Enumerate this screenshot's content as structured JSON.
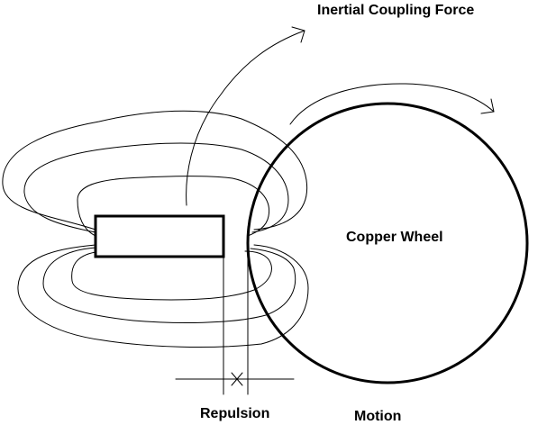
{
  "labels": {
    "inertial_coupling_force": "Inertial Coupling Force",
    "copper_wheel": "Copper Wheel",
    "repulsion": "Repulsion",
    "motion": "Motion"
  },
  "colors": {
    "stroke": "#000000",
    "background": "#ffffff"
  }
}
